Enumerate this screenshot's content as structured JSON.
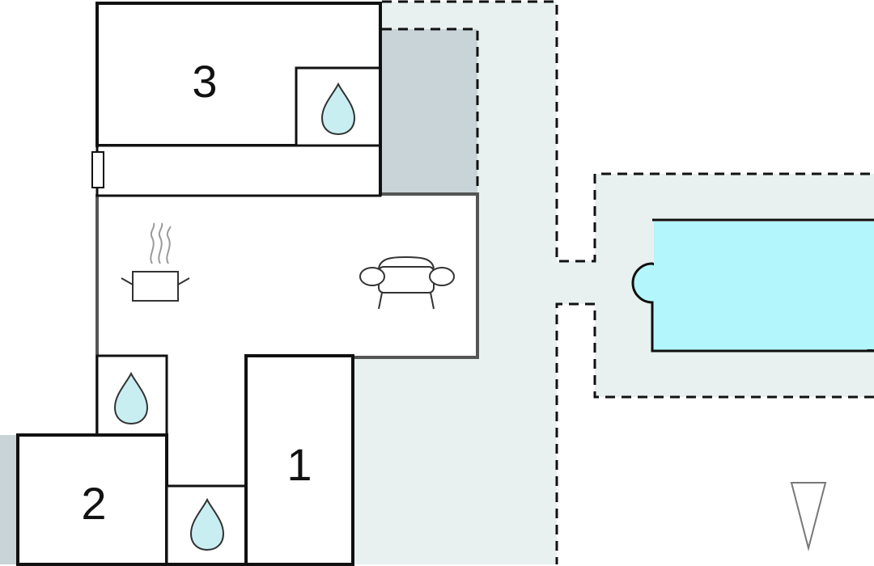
{
  "rooms": {
    "bedroom_3": {
      "label": "3"
    },
    "bedroom_2": {
      "label": "2"
    },
    "bedroom_1": {
      "label": "1"
    }
  },
  "icons": {
    "water_drop": "water-drop-icon",
    "cooking_pot": "cooking-pot-icon",
    "sofa": "sofa-icon",
    "north_arrow": "north-arrow-icon",
    "door": "door-icon"
  },
  "colors": {
    "wall": "#111111",
    "outdoor_area": "#e8f0f0",
    "covered_area": "#c9d4d8",
    "pool_water": "#b3f6fb",
    "drop_fill": "#c8eef2",
    "icon_line": "#555555"
  }
}
